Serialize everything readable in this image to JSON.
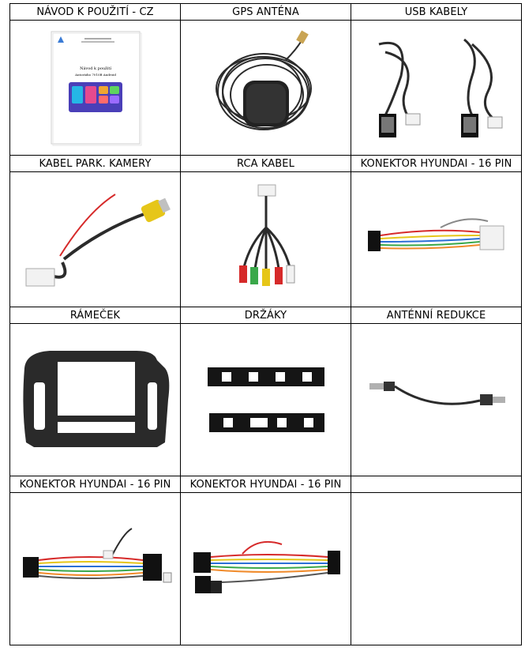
{
  "cells": [
    {
      "label": "NÁVOD K POUŽITÍ - CZ",
      "image": "manual-booklet"
    },
    {
      "label": "GPS ANTÉNA",
      "image": "gps-antenna"
    },
    {
      "label": "USB KABELY",
      "image": "usb-cables"
    },
    {
      "label": "KABEL PARK. KAMERY",
      "image": "parking-camera-cable"
    },
    {
      "label": "RCA KABEL",
      "image": "rca-cable"
    },
    {
      "label": "KONEKTOR HYUNDAI - 16 PIN",
      "image": "hyundai-16pin-connector"
    },
    {
      "label": "RÁMEČEK",
      "image": "dash-frame"
    },
    {
      "label": "DRŽÁKY",
      "image": "brackets"
    },
    {
      "label": "ANTÉNNÍ REDUKCE",
      "image": "antenna-adapter"
    },
    {
      "label": "KONEKTOR HYUNDAI - 16 PIN",
      "image": "hyundai-16pin-harness"
    },
    {
      "label": "KONEKTOR HYUNDAI - 16 PIN",
      "image": "hyundai-16pin-harness-2"
    },
    {
      "label": "",
      "image": ""
    }
  ],
  "manual": {
    "title": "Návod k použití",
    "subtitle": "Autorádio 7010B Android"
  },
  "colors": {
    "border": "#000000",
    "cable": "#2b2b2b",
    "connector_white": "#f2f2f2",
    "rca_red": "#d62a2a",
    "rca_yellow": "#e6c619",
    "rca_green": "#3aa84a"
  }
}
